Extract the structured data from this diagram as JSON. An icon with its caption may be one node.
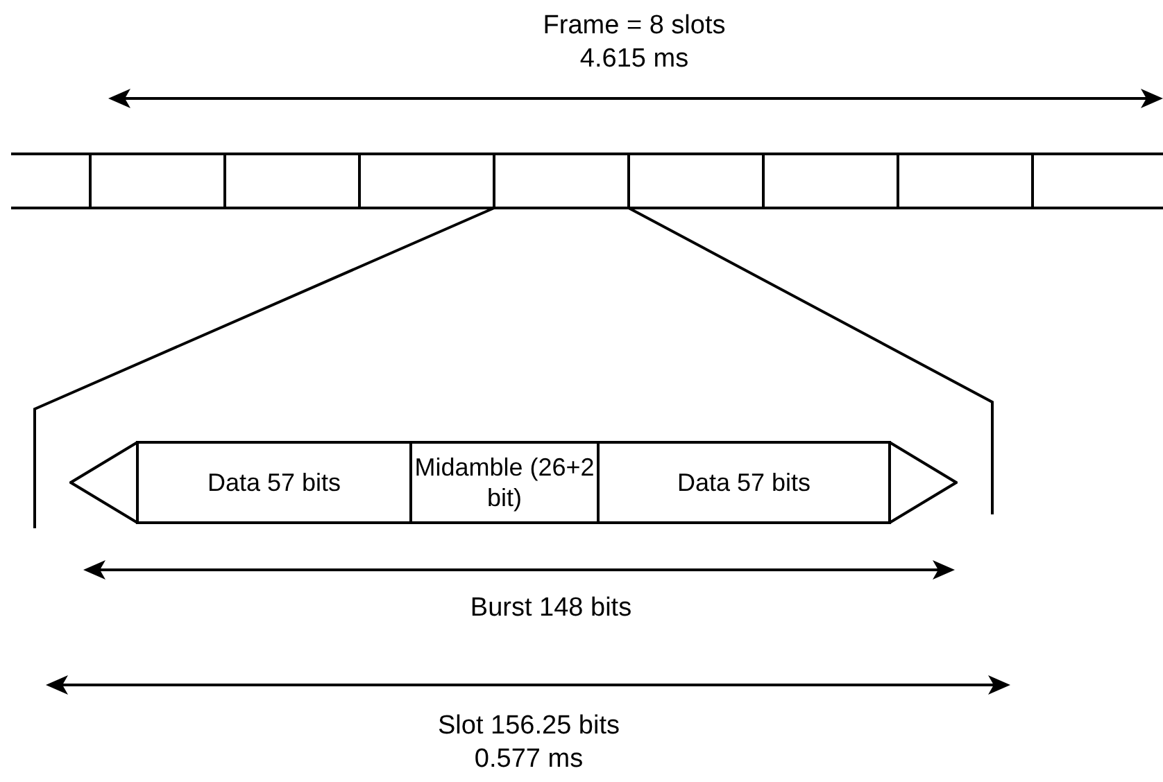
{
  "diagram": {
    "nodes": [
      {
        "text": [],
        "shape": "triangle"
      },
      {
        "text": [
          "Data 57 bits"
        ]
      },
      {
        "text": [
          "Midamble (26+2 bit)"
        ]
      },
      {
        "text": [
          "Data 57 bits"
        ]
      },
      {
        "text": [],
        "shape": "triangle"
      }
    ],
    "labels": [
      "Frame = 8 slots",
      "4.615 ms",
      "Burst 148 bits",
      "Slot 156.25 bits",
      "0.577 ms"
    ]
  }
}
